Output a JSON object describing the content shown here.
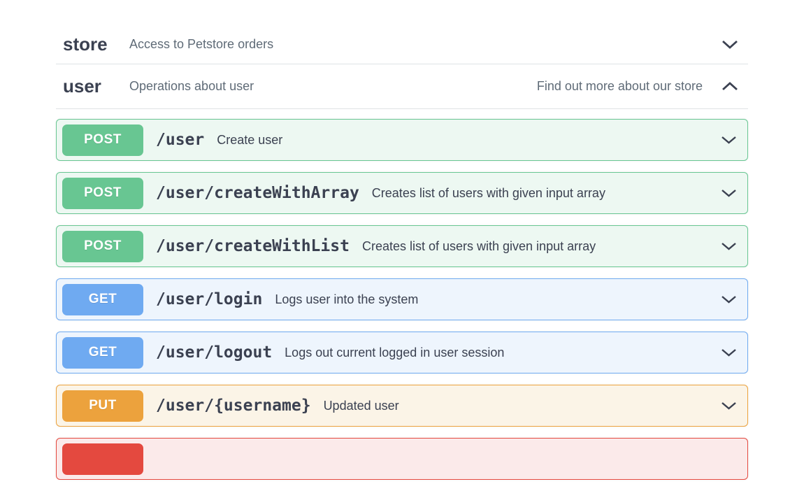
{
  "colors": {
    "post": "#68c692",
    "post-bg": "#edf8f2",
    "get": "#6faaf1",
    "get-bg": "#eef5fd",
    "put": "#eca23d",
    "put-bg": "#fbf4e7",
    "delete": "#e4493f",
    "delete-bg": "#fbeaea",
    "text-dark": "#3b4151",
    "text-gray": "#5f6b77",
    "divider": "#dfe2e5"
  },
  "sections": {
    "store": {
      "name": "store",
      "description": "Access to Petstore orders",
      "expanded": "false"
    },
    "user": {
      "name": "user",
      "description": "Operations about user",
      "link": "Find out more about our store",
      "expanded": "true"
    }
  },
  "operations": [
    {
      "method": "POST",
      "path": "/user",
      "summary": "Create user"
    },
    {
      "method": "POST",
      "path": "/user/createWithArray",
      "summary": "Creates list of users with given input array"
    },
    {
      "method": "POST",
      "path": "/user/createWithList",
      "summary": "Creates list of users with given input array"
    },
    {
      "method": "GET",
      "path": "/user/login",
      "summary": "Logs user into the system"
    },
    {
      "method": "GET",
      "path": "/user/logout",
      "summary": "Logs out current logged in user session"
    },
    {
      "method": "PUT",
      "path": "/user/{username}",
      "summary": "Updated user"
    },
    {
      "method": "",
      "path": "",
      "summary": ""
    }
  ]
}
